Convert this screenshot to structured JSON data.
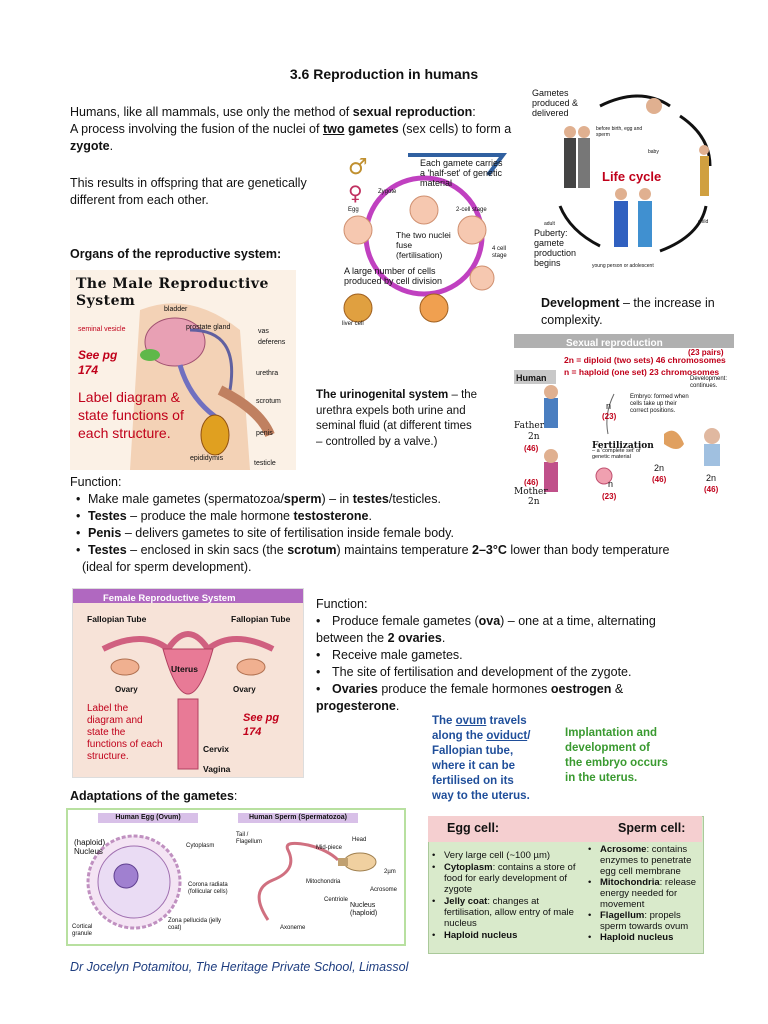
{
  "title": "3.6 Reproduction in humans",
  "intro": {
    "line1_a": "Humans, like all mammals, use only the method of ",
    "line1_b": "sexual reproduction",
    "line1_c": ":",
    "line2_a": "A process involving the fusion of the nuclei of ",
    "line2_b": "two",
    "line2_c": " gametes",
    "line2_d": " (sex cells) to form a",
    "line3": "zygote",
    "line3_end": ".",
    "result1": "This results in offspring that are genetically",
    "result2": "different from each other."
  },
  "organs_heading": "Organs of the reproductive system:",
  "male_diagram": {
    "title": "The Male Reproductive System",
    "labels": [
      "bladder",
      "seminal vesicle",
      "prostate gland",
      "vas deferens",
      "urethra",
      "scrotum",
      "penis",
      "epididymis",
      "testicle"
    ],
    "see_pg": "See pg 174",
    "label_task": "Label diagram & state functions of each structure."
  },
  "fertilisation_diagram": {
    "each_gamete": "Each gamete carries a 'half-set' of genetic material",
    "zygote": "Zygote",
    "egg": "Egg",
    "two_cell": "2-cell stage",
    "two_nuclei": "The two nuclei fuse (fertilisation)",
    "four_cell": "4 cell stage",
    "many_cells": "A large number of cells produced by cell division",
    "liver_cell": "liver cell"
  },
  "life_cycle": {
    "gametes": "Gametes produced & delivered",
    "before_birth": "before birth, egg and sperm",
    "baby": "baby",
    "title": "Life cycle",
    "child": "child",
    "adult": "adult",
    "puberty": "Puberty: gamete production begins",
    "young": "young person or adolescent"
  },
  "development": {
    "term": "Development",
    "def": " – the increase in complexity."
  },
  "sexual_repro": {
    "header": "Sexual reproduction",
    "pairs": "(23 pairs)",
    "diploid": "2n = diploid (two sets)  46 chromosomes",
    "haploid": "n  = haploid (one set) 23 chromosomes",
    "human": "Human",
    "development": "Development: continues.",
    "embryo": "Embryo: formed when cells take up their correct positions.",
    "father": "Father",
    "father_2n": "2n",
    "father_46": "(46)",
    "n": "n",
    "n23": "(23)",
    "fertilization": "Fertilization",
    "complete_set": "– a 'complete set' of genetic material",
    "mother_46": "(46)",
    "mother": "Mother",
    "mother_2n": "2n",
    "n2": "n",
    "n23b": "(23)",
    "zyg_2n": "2n",
    "zyg_46": "(46)",
    "baby_2n": "2n",
    "baby_46": "(46)"
  },
  "urinogenital": {
    "term": "The urinogenital system",
    "def1": " – the",
    "def2": "urethra expels both urine and",
    "def3": "seminal fluid (at different times",
    "def4": "– controlled by a valve.)"
  },
  "male_function": {
    "heading": "Function",
    "items": [
      [
        "Make male gametes (spermatozoa/",
        "sperm",
        ") – in ",
        "testes",
        "/testicles."
      ],
      [
        "",
        "Testes",
        " – produce the male hormone ",
        "testosterone",
        "."
      ],
      [
        "",
        "Penis",
        " – delivers gametes to site of fertilisation inside female body.",
        "",
        ""
      ],
      [
        "",
        "Testes",
        " – enclosed in skin sacs (the ",
        "scrotum",
        ") maintains temperature "
      ]
    ],
    "temp": "2–3°C",
    "temp_rest": " lower than body temperature",
    "ideal": "(ideal for sperm development)."
  },
  "female_diagram": {
    "title": "Female Reproductive System",
    "fallopian_left": "Fallopian Tube",
    "fallopian_right": "Fallopian Tube",
    "uterus": "Uterus",
    "ovary_left": "Ovary",
    "ovary_right": "Ovary",
    "label_task": "Label the diagram and state the functions of each structure.",
    "see_pg": "See pg 174",
    "cervix": "Cervix",
    "vagina": "Vagina"
  },
  "female_function": {
    "heading": "Function",
    "f1a": "Produce female gametes (",
    "f1b": "ova",
    "f1c": ") – one at a time, alternating",
    "f1d": "between the ",
    "f1e": "2 ovaries",
    "f1f": ".",
    "f2": "Receive male gametes.",
    "f3": "The site of fertilisation and development of the zygote.",
    "f4a": "Ovaries",
    "f4b": " produce the female hormones ",
    "f4c": "oestrogen",
    "f4d": " &",
    "f4e": "progesterone",
    "f4f": "."
  },
  "ovum_note": {
    "a": "The ",
    "b": "ovum",
    "c": " travels",
    "d": "along the ",
    "e": "oviduct",
    "f": "/",
    "g": "Fallopian tube,",
    "h": "where it can be",
    "i": "fertilised on its",
    "j": "way to the uterus."
  },
  "implant_note": [
    "Implantation and",
    "development of",
    "the embryo occurs",
    "in the uterus."
  ],
  "adaptations_heading": "Adaptations of the gametes",
  "gamete_diagram": {
    "egg_title": "Human Egg (Ovum)",
    "sperm_title": "Human Sperm (Spermatozoa)",
    "haploid_nucleus": "(haploid) Nucleus",
    "cytoplasm": "Cytoplasm",
    "corona": "Corona radiata (follicular cells)",
    "zona": "Zona pellucida (jelly coat)",
    "cortical": "Cortical granule",
    "tail": "Tail / Flagellum",
    "midpiece": "Mid-piece",
    "head": "Head",
    "mitochondria": "Mitochondria",
    "acrosome": "Acrosome",
    "centriole": "Centriole",
    "nucleus_h": "Nucleus (haploid)",
    "axoneme": "Axoneme",
    "two_um": "2µm"
  },
  "table": {
    "egg_head": "Egg cell:",
    "sperm_head": "Sperm cell:",
    "egg_items": [
      [
        "",
        "Very large cell (~100 µm)"
      ],
      [
        "Cytoplasm",
        ": contains a store of food for early development of zygote"
      ],
      [
        "Jelly coat",
        ": changes at fertilisation, allow entry of male nucleus"
      ],
      [
        "Haploid nucleus",
        ""
      ]
    ],
    "sperm_items": [
      [
        "Acrosome",
        ": contains enzymes to penetrate egg cell membrane"
      ],
      [
        "Mitochondria",
        ": release energy needed for movement"
      ],
      [
        "Flagellum",
        ": propels sperm towards ovum"
      ],
      [
        "Haploid nucleus",
        ""
      ]
    ]
  },
  "footer": "Dr Jocelyn Potamitou, The Heritage Private School, Limassol",
  "colors": {
    "red": "#c0001a",
    "blue": "#1f4e9a",
    "green": "#3a9a30",
    "pink": "#f8e6e0"
  }
}
